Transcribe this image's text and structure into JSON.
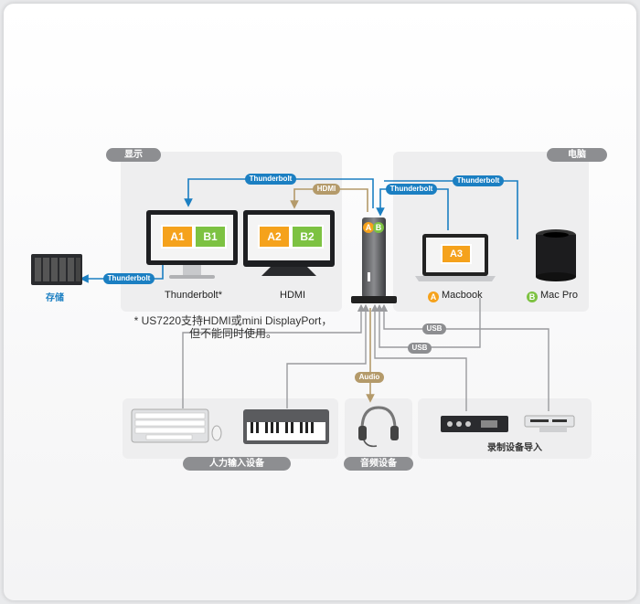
{
  "sections": {
    "display": "显示",
    "computer": "电脑",
    "hid": "人力输入设备",
    "audio_devices": "音频设备",
    "capture_input": "录制设备导入"
  },
  "labels": {
    "storage": "存储",
    "monitor_thunderbolt": "Thunderbolt*",
    "monitor_hdmi": "HDMI",
    "macbook": "Macbook",
    "macpro": "Mac Pro",
    "note_line1": "* US7220支持HDMI或mini DisplayPort，",
    "note_line2": "但不能同时使用。"
  },
  "badges": {
    "a": "A",
    "b": "B",
    "a1": "A1",
    "b1": "B1",
    "a2": "A2",
    "b2": "B2",
    "a3": "A3"
  },
  "connections": {
    "thunderbolt": "Thunderbolt",
    "hdmi": "HDMI",
    "usb": "USB",
    "audio": "Audio"
  },
  "colors": {
    "thunderbolt": "#1b7fc2",
    "hdmi": "#b49a6a",
    "usb": "#9a9b9e",
    "audio": "#b49a6a",
    "badge_a": "#f5a21c",
    "badge_b": "#7dc242"
  },
  "icons": [
    "storage-icon",
    "monitor-icon",
    "docking-station-icon",
    "laptop-icon",
    "mac-pro-icon",
    "keyboard-icon",
    "mouse-icon",
    "midi-keyboard-icon",
    "headset-icon",
    "capture-device-icon",
    "card-reader-icon"
  ]
}
